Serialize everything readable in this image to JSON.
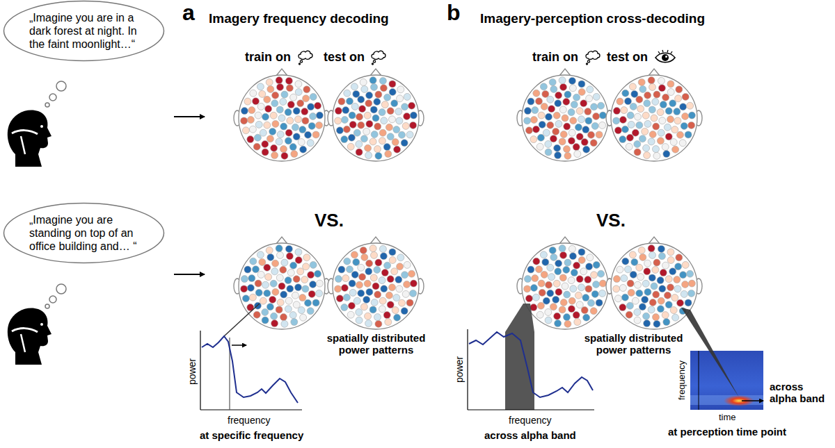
{
  "diagram": {
    "nodes": [
      {
        "text": [
          "„Imagine you are in a dark forest at night. In the faint moonlight…“"
        ]
      },
      {
        "text": [
          "„Imagine you are standing on top of an office building and… “"
        ]
      }
    ],
    "labels": [
      "a",
      "Imagery frequency decoding",
      "train on",
      "test on",
      "VS.",
      "spatially distributed power patterns",
      "power",
      "frequency",
      "at specific frequency",
      "b",
      "Imagery-perception cross-decoding",
      "train on",
      "test on",
      "VS.",
      "spatially distributed power patterns",
      "power",
      "frequency",
      "across alpha band",
      "frequency",
      "time",
      "across alpha band",
      "at perception time point"
    ]
  }
}
